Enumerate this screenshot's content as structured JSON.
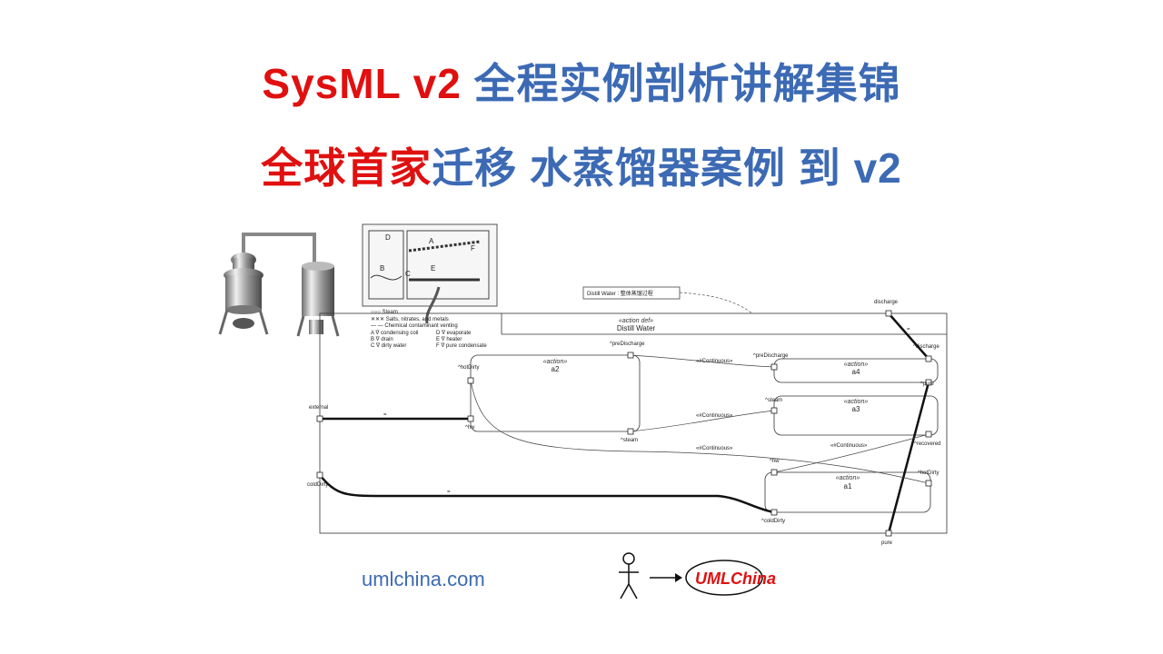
{
  "title": {
    "line1_red": "SysML v2",
    "line1_blue": "全程实例剖析讲解集锦",
    "line2_red": "全球首家",
    "line2_blue": "迁移 水蒸馏器案例 到 v2"
  },
  "website": "umlchina.com",
  "logo_text": "UMLChina",
  "colors": {
    "accent_red": "#e01010",
    "accent_blue": "#3c6ab4"
  },
  "schematic": {
    "legend": [
      "Steam",
      "Salts, nitrates, and metals",
      "Chemical contaminant venting",
      "A ∇ condensing coil",
      "B ∇ drain",
      "C ∇ dirty water",
      "D ∇ evaporate",
      "E ∇ heater",
      "F ∇ pure condensate"
    ],
    "letters": [
      "D",
      "A",
      "F",
      "B",
      "C",
      "E"
    ]
  },
  "diagram": {
    "note": "Distill Water : 整体蒸馏过程",
    "frame_stereotype": "«action def»",
    "frame_name": "Distill Water",
    "ports": {
      "discharge": "discharge",
      "external": "external",
      "coldDirty": "coldDirty",
      "pure": "pure"
    },
    "a2": {
      "stereo": "«action»",
      "name": "a2",
      "hotDirty": "^hotDirty",
      "preDischarge": "^preDischarge",
      "hw": "^hw",
      "steam": "^steam"
    },
    "a4": {
      "stereo": "«action»",
      "name": "a4",
      "preDischarge": "^preDischarge",
      "discharge": "^discharge",
      "pure": "^pure"
    },
    "a3": {
      "stereo": "«action»",
      "name": "a3",
      "steam": "^steam",
      "recovered": "^recovered"
    },
    "a1": {
      "stereo": "«action»",
      "name": "a1",
      "hw": "^hw",
      "hotDirty": "^hotDirty",
      "coldDirty": "^coldDirty"
    },
    "flow_label": "«#Continuous»",
    "eq": "="
  }
}
